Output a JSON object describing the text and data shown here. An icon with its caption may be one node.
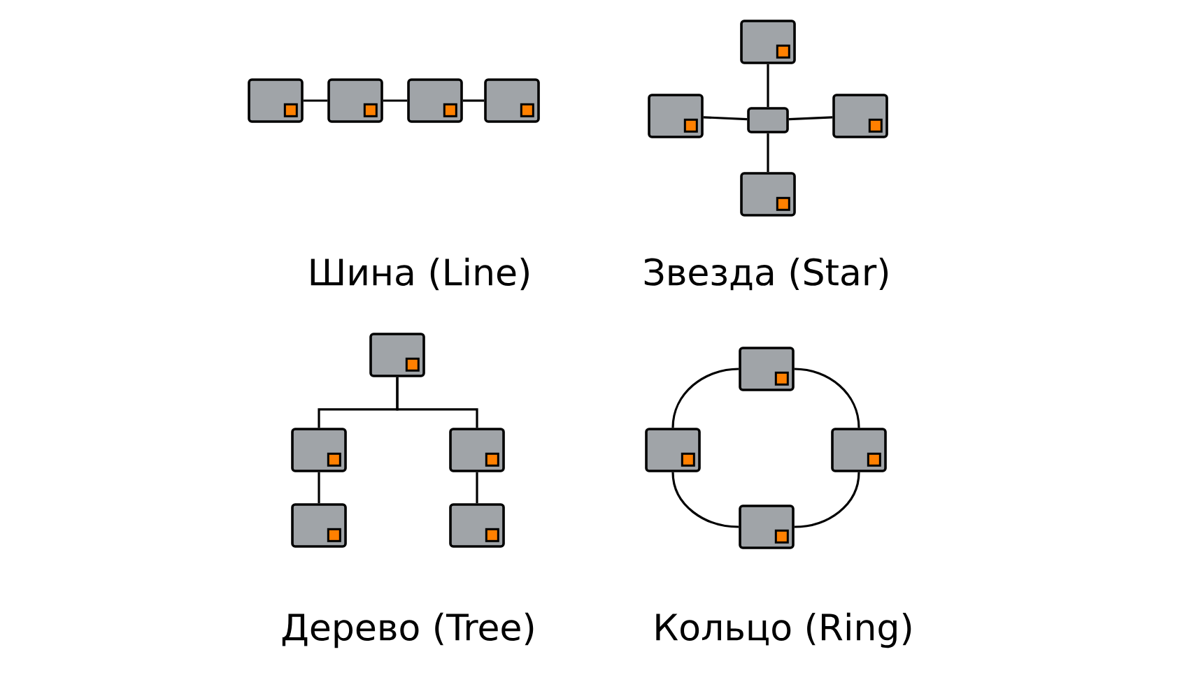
{
  "diagram": {
    "nodes": [
      {
        "text": [],
        "shape": "box"
      },
      {
        "text": [],
        "shape": "box"
      },
      {
        "text": [],
        "shape": "box"
      },
      {
        "text": [],
        "shape": "box"
      },
      {
        "text": [],
        "shape": "box"
      },
      {
        "text": [],
        "shape": "box"
      },
      {
        "text": [],
        "shape": "box"
      },
      {
        "text": [],
        "shape": "box"
      },
      {
        "text": [],
        "shape": "box"
      },
      {
        "text": [],
        "shape": "box"
      },
      {
        "text": [],
        "shape": "box"
      },
      {
        "text": [],
        "shape": "box"
      },
      {
        "text": [],
        "shape": "box"
      },
      {
        "text": [],
        "shape": "box"
      },
      {
        "text": [],
        "shape": "box"
      },
      {
        "text": [],
        "shape": "box"
      },
      {
        "text": [],
        "shape": "box"
      },
      {
        "text": [],
        "shape": "box"
      }
    ],
    "edges": [
      {
        "from": 0,
        "to": 1,
        "arrow": "none"
      },
      {
        "from": 1,
        "to": 2,
        "arrow": "none"
      },
      {
        "from": 2,
        "to": 3,
        "arrow": "none"
      },
      {
        "from": 6,
        "to": 4,
        "arrow": "none"
      },
      {
        "from": 6,
        "to": 5,
        "arrow": "none"
      },
      {
        "from": 6,
        "to": 7,
        "arrow": "none"
      },
      {
        "from": 6,
        "to": 8,
        "arrow": "none"
      },
      {
        "from": 9,
        "to": 10,
        "arrow": "none"
      },
      {
        "from": 9,
        "to": 11,
        "arrow": "none"
      },
      {
        "from": 10,
        "to": 12,
        "arrow": "none"
      },
      {
        "from": 11,
        "to": 13,
        "arrow": "none"
      },
      {
        "from": 14,
        "to": 16,
        "arrow": "none"
      },
      {
        "from": 16,
        "to": 17,
        "arrow": "none"
      },
      {
        "from": 17,
        "to": 15,
        "arrow": "none"
      },
      {
        "from": 15,
        "to": 14,
        "arrow": "none"
      }
    ],
    "labels": [
      "Шина (Line)",
      "Звезда (Star)",
      "Дерево (Tree)",
      "Кольцо (Ring)"
    ]
  }
}
